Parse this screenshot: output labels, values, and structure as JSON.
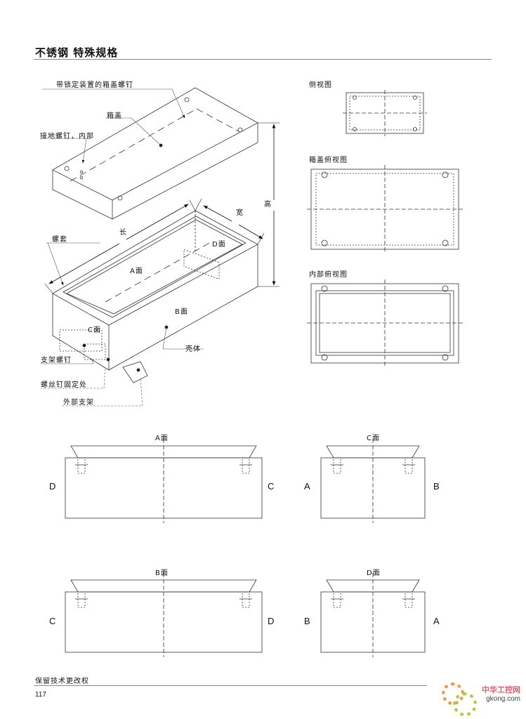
{
  "header": {
    "title": "不锈钢  特殊规格"
  },
  "iso": {
    "lid_screw": "带锁定装置的箱盖螺钉",
    "lid": "箱盖",
    "ground_screw": "接地螺钉，内部",
    "length": "长",
    "width": "宽",
    "height": "高",
    "sleeve": "螺套",
    "face_a": "A面",
    "face_b": "B面",
    "face_c": "C面",
    "face_d": "D面",
    "housing": "壳体",
    "bracket_screw": "支架螺钉",
    "screw_fix": "螺丝钉固定处",
    "ext_bracket": "外部支架"
  },
  "side_views": {
    "side": "侧视图",
    "lid_top": "箱盖俯视图",
    "inner_top": "内部俯视图"
  },
  "elevations": [
    {
      "title": "A面",
      "left": "D",
      "right": "C"
    },
    {
      "title": "C面",
      "left": "A",
      "right": "B"
    },
    {
      "title": "B面",
      "left": "C",
      "right": "D"
    },
    {
      "title": "D面",
      "left": "B",
      "right": "A"
    }
  ],
  "footer": {
    "note": "保留技术更改权",
    "page": "117"
  },
  "watermark": {
    "cn": "中华工控网",
    "en": "gkong.com"
  }
}
